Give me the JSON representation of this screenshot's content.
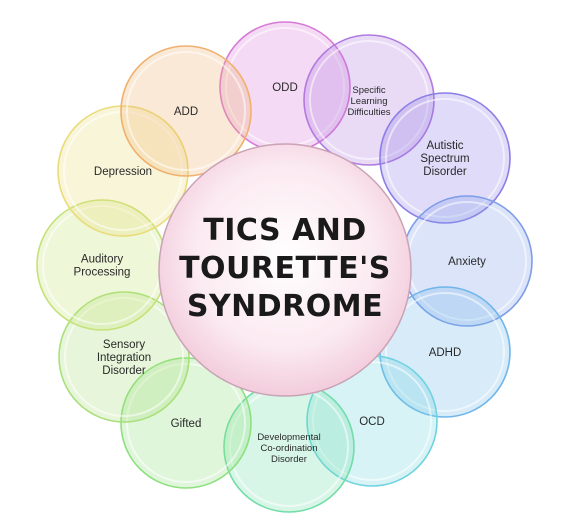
{
  "center": {
    "lines": [
      "TICS AND",
      "TOURETTE'S",
      "SYNDROME"
    ]
  },
  "satellites": [
    {
      "id": "odd",
      "lines": [
        "ODD"
      ],
      "color": "#d77ad6"
    },
    {
      "id": "specific-learning-difficulties",
      "lines": [
        "Specific",
        "Learning",
        "Difficulties"
      ],
      "color": "#b07be0"
    },
    {
      "id": "autistic-spectrum-disorder",
      "lines": [
        "Autistic",
        "Spectrum",
        "Disorder"
      ],
      "color": "#8b7fe6"
    },
    {
      "id": "anxiety",
      "lines": [
        "Anxiety"
      ],
      "color": "#7e9de8"
    },
    {
      "id": "adhd",
      "lines": [
        "ADHD"
      ],
      "color": "#6fb6ea"
    },
    {
      "id": "ocd",
      "lines": [
        "OCD"
      ],
      "color": "#6fd3df"
    },
    {
      "id": "developmental-co-ordination-disorder",
      "lines": [
        "Developmental",
        "Co-ordination",
        "Disorder"
      ],
      "color": "#72dda8"
    },
    {
      "id": "gifted",
      "lines": [
        "Gifted"
      ],
      "color": "#8de07f"
    },
    {
      "id": "sensory-integration-disorder",
      "lines": [
        "Sensory",
        "Integration",
        "Disorder"
      ],
      "color": "#a8e07a"
    },
    {
      "id": "auditory-processing",
      "lines": [
        "Auditory",
        "Processing"
      ],
      "color": "#c5e278"
    },
    {
      "id": "depression",
      "lines": [
        "Depression"
      ],
      "color": "#e9dc78"
    },
    {
      "id": "add",
      "lines": [
        "ADD"
      ],
      "color": "#f0b06e"
    }
  ]
}
